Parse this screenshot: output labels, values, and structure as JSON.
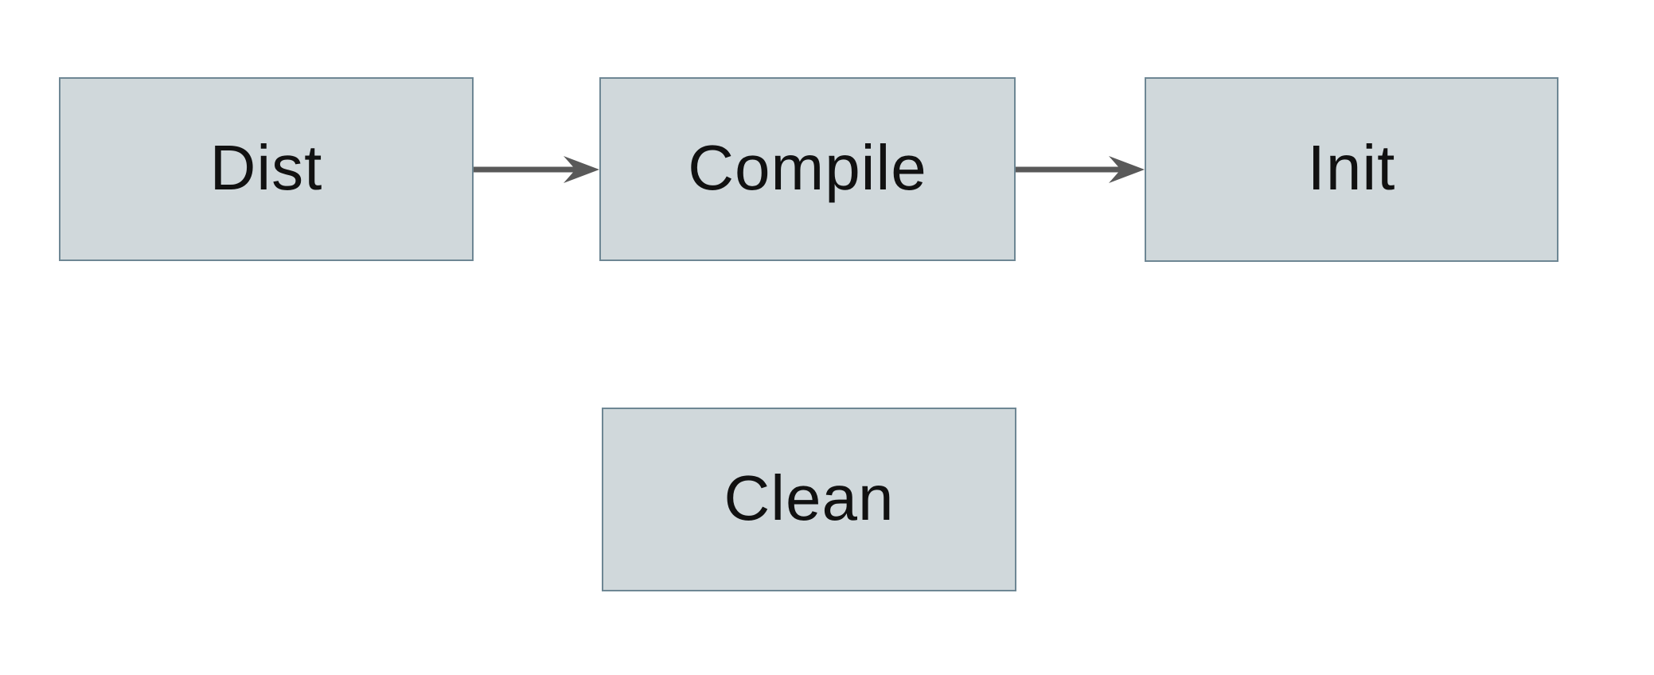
{
  "colors": {
    "background": "#ffffff",
    "box_fill": "#d0d8db",
    "box_border": "#6e8794",
    "arrow": "#595959",
    "text": "#111111"
  },
  "nodes": [
    {
      "id": "dist",
      "label": "Dist"
    },
    {
      "id": "compile",
      "label": "Compile"
    },
    {
      "id": "init",
      "label": "Init"
    },
    {
      "id": "clean",
      "label": "Clean"
    }
  ],
  "edges": [
    {
      "from": "dist",
      "to": "compile",
      "direction": "right"
    },
    {
      "from": "compile",
      "to": "init",
      "direction": "right"
    }
  ]
}
